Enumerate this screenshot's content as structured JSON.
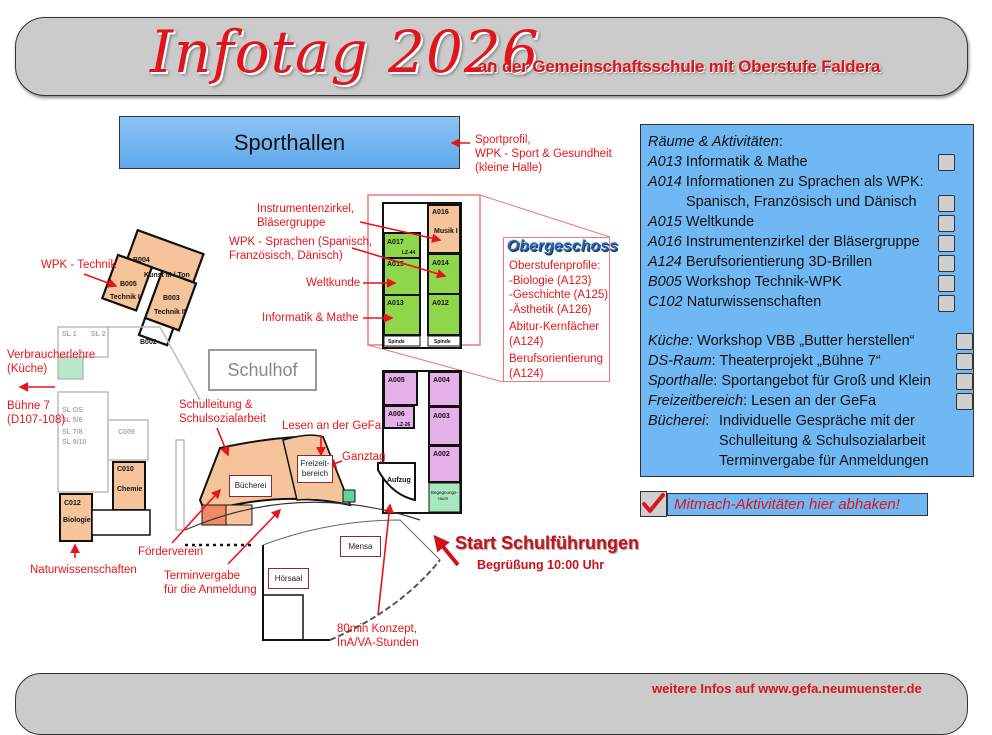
{
  "header": {
    "title": "Infotag 2026",
    "subtitle": "an der Gemeinschaftsschule mit Oberstufe Faldera"
  },
  "sporthalle": {
    "label": "Sporthallen",
    "note": [
      "Sportprofil,",
      "WPK - Sport & Gesundheit",
      "(kleine Halle)"
    ]
  },
  "map": {
    "schulhof": "Schulhof",
    "rooms": {
      "A016": "A016",
      "musik": "Musik I",
      "A017": "A017",
      "lz44": "LZ-44",
      "A015": "A015",
      "A014": "A014",
      "A013": "A013",
      "A012": "A012",
      "spinde": "Spinde",
      "A005": "A005",
      "A004": "A004",
      "A006": "A006",
      "lz26": "LZ-26",
      "A003": "A003",
      "A002": "A002",
      "aufzug": "Aufzug",
      "begegnung": [
        "Begegnungs-",
        "raum"
      ],
      "B004": "B004",
      "kunst": "Kunst III / Ton",
      "B005": "B005",
      "technik1": "Technik I",
      "B003": "B003",
      "technik2": "Technik II",
      "B002": "B002",
      "C010": "C010",
      "chemie": "Chemie",
      "C012": "C012",
      "biologie": "Biologie",
      "C009": "C009",
      "sl1": "SL 1",
      "sl2": "SL 2",
      "slos": "SL OS",
      "sl56": "SL 5/6",
      "sl78": "SL 7/8",
      "sl910": "SL 9/10",
      "buecherei": "Bücherei",
      "freizeit": [
        "Freizeit-",
        "bereich"
      ],
      "mensa": "Mensa",
      "hoersaal": "Hörsaal"
    },
    "labels": {
      "instrument": [
        "Instrumentenzirkel,",
        "Bläsergruppe"
      ],
      "sprachen": [
        "WPK - Sprachen (Spanisch,",
        "Französisch, Dänisch)"
      ],
      "weltkunde": "Weltkunde",
      "informatik": "Informatik & Mathe",
      "technik": "WPK - Technik",
      "verbraucher": [
        "Verbraucherlehre",
        "(Küche)"
      ],
      "buehne": [
        "Bühne 7",
        "(D107-108)"
      ],
      "schulleitung": [
        "Schulleitung &",
        "Schulsozialarbeit"
      ],
      "lesen": "Lesen an der GeFa",
      "ganztag": "Ganztag",
      "foerderverein": "Förderverein",
      "terminvergabe": [
        "Terminvergabe",
        "für die Anmeldung"
      ],
      "natur": "Naturwissenschaften",
      "konzept": [
        "80min Konzept,",
        "InA/VA-Stunden"
      ]
    },
    "obergeschoss": {
      "title": "Obergeschoss",
      "lines": [
        "Oberstufenprofile:",
        "-Biologie (A123)",
        "-Geschichte (A125)",
        "-Ästhetik (A126)",
        "Abitur-Kernfächer",
        "(A124)",
        "Berufsorientierung",
        "(A124)"
      ]
    },
    "start": {
      "title": "Start Schulführungen",
      "subtitle": "Begrüßung 10:00 Uhr"
    }
  },
  "legend": {
    "heading": "Räume & Aktivitäten",
    "heading_suffix": ":",
    "items": [
      {
        "room": "A013",
        "text": "Informatik & Mathe",
        "checked": false
      },
      {
        "room": "A014",
        "text": "Informationen zu Sprachen als WPK:",
        "text2": "Spanisch, Französisch und Dänisch",
        "checked": false
      },
      {
        "room": "A015",
        "text": "Weltkunde",
        "checked": false
      },
      {
        "room": "A016",
        "text": "Instrumentenzirkel der Bläsergruppe",
        "checked": false
      },
      {
        "room": "A124",
        "text": "Berufsorientierung 3D-Brillen",
        "checked": false
      },
      {
        "room": "B005",
        "text": "Workshop Technik-WPK",
        "checked": false
      },
      {
        "room": "C102",
        "text": "Naturwissenschaften",
        "checked": false
      }
    ],
    "activities": [
      {
        "place": "Küche:",
        "text": " Workshop VBB „Butter herstellen“",
        "checked": false
      },
      {
        "place": "DS-Raum",
        "text": ": Theaterprojekt „Bühne 7“",
        "checked": false
      },
      {
        "place": "Sporthalle",
        "text": ": Sportangebot für Groß und Klein",
        "checked": false
      },
      {
        "place": "Freizeitbereich",
        "text": ": Lesen an der GeFa",
        "checked": false
      }
    ],
    "buecherei": {
      "place": "Bücherei",
      "sep": ":",
      "lines": [
        "Individuelle Gespräche mit der",
        "Schulleitung & Schulsozialarbeit",
        "Terminvergabe für Anmeldungen"
      ]
    }
  },
  "mitmach": {
    "label": "Mitmach-Aktivitäten hier abhaken!",
    "icon": "checkmark-icon"
  },
  "footer": {
    "text": "weitere Infos auf  www.gefa.neumuenster.de"
  },
  "colors": {
    "red": "#e8141c",
    "blue": "#6fb8f4",
    "gray": "#cbcbcb",
    "green_room": "#8fd64a",
    "orange_room": "#f5c9a0",
    "pink_room": "#e6b0e8"
  }
}
